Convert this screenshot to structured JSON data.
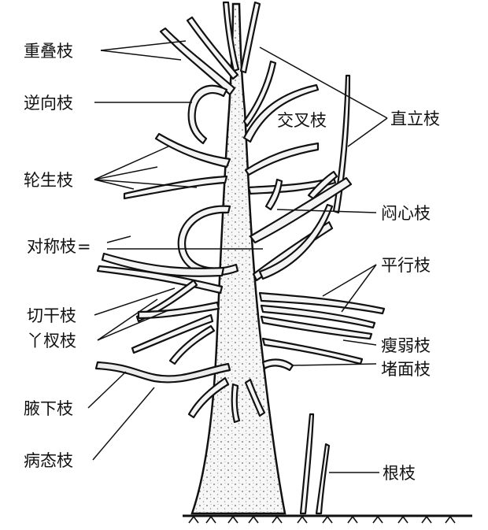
{
  "diagram": {
    "labels": {
      "overlapping": "重叠枝",
      "reverse": "逆向枝",
      "crossing": "交叉枝",
      "upright": "直立枝",
      "whorled": "轮生枝",
      "center": "闷心枝",
      "symmetric": "对称枝",
      "symmetric_mark": "=",
      "parallel": "平行枝",
      "cut_trunk": "切干枝",
      "fork": "丫杈枝",
      "weak": "瘦弱枝",
      "blocking": "堵面枝",
      "armpit": "腋下枝",
      "diseased": "病态枝",
      "root": "根枝"
    }
  }
}
